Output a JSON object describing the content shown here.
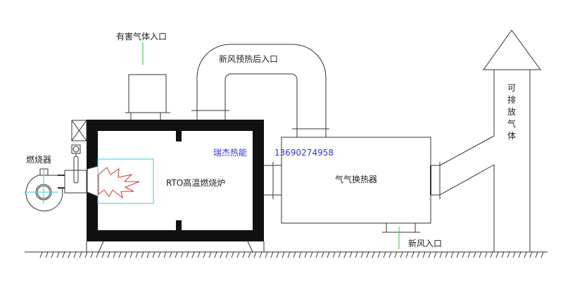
{
  "labels": {
    "harmful_gas_inlet": "有害气体入口",
    "preheated_air_inlet": "新风预热后入口",
    "burner": "燃烧器",
    "rto_furnace": "RTO高温燃烧炉",
    "heat_exchanger": "气气换热器",
    "fresh_air_inlet": "新风入口",
    "exhaust": [
      "可",
      "排",
      "放",
      "气",
      "体"
    ]
  },
  "watermark": {
    "company": "瑞杰热能",
    "phone": "13690274958"
  },
  "colors": {
    "arrow": "#22cc44",
    "flame": "#e03030",
    "flame_zone": "#33ccdd",
    "watermark": "#3333dd"
  }
}
